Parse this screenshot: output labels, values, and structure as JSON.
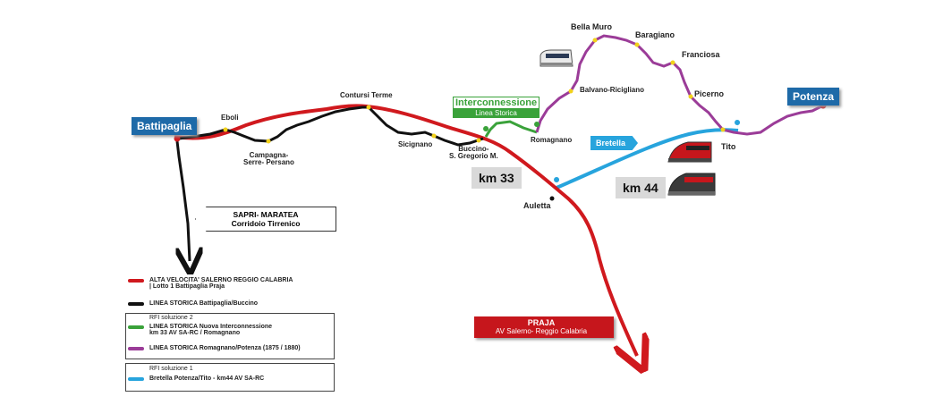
{
  "map": {
    "colors": {
      "high_speed": "#d0191e",
      "historic": "#111111",
      "interconnection": "#3aa23a",
      "romagnano_potenza": "#9b3c98",
      "bretella": "#27a4dd",
      "station_dot": "#f2d21b"
    },
    "endpoints": {
      "battipaglia": "Battipaglia",
      "potenza": "Potenza"
    },
    "stations": {
      "eboli": "Eboli",
      "campagna": "Campagna-\nSerre- Persano",
      "contursi": "Contursi Terme",
      "sicignano": "Sicignano",
      "buccino": "Buccino-\nS. Gregorio M.",
      "romagnano": "Romagnano",
      "balvano": "Balvano-Ricigliano",
      "bella_muro": "Bella Muro",
      "baragiano": "Baragiano",
      "franciosa": "Franciosa",
      "picerno": "Picerno",
      "tito": "Tito",
      "auletta": "Auletta"
    },
    "interconnessione": {
      "title": "Interconnessione",
      "subtitle": "Linea Storica"
    },
    "bretella": "Bretella",
    "km33": "km 33",
    "km44": "km 44",
    "sapri": {
      "line1": "SAPRI- MARATEA",
      "line2": "Corridoio Tirrenico"
    },
    "praja": {
      "title": "PRAJA",
      "subtitle": "AV Salerno- Reggio Calabria"
    }
  },
  "legend": {
    "high_speed": "ALTA VELOCITA' SALERNO REGGIO CALABRIA\n| Lotto 1 Battipaglia Praja",
    "historic": "LINEA STORICA Battipaglia/Buccino",
    "solution2_head": "RFI soluzione 2",
    "solution2_green": "LINEA STORICA Nuova Interconnessione\nkm 33 AV SA-RC / Romagnano",
    "solution2_purple": "LINEA STORICA Romagnano/Potenza (1875 / 1880)",
    "solution1_head": "RFI soluzione 1",
    "solution1_blue": "Bretella Potenza/Tito - km44 AV SA-RC"
  }
}
